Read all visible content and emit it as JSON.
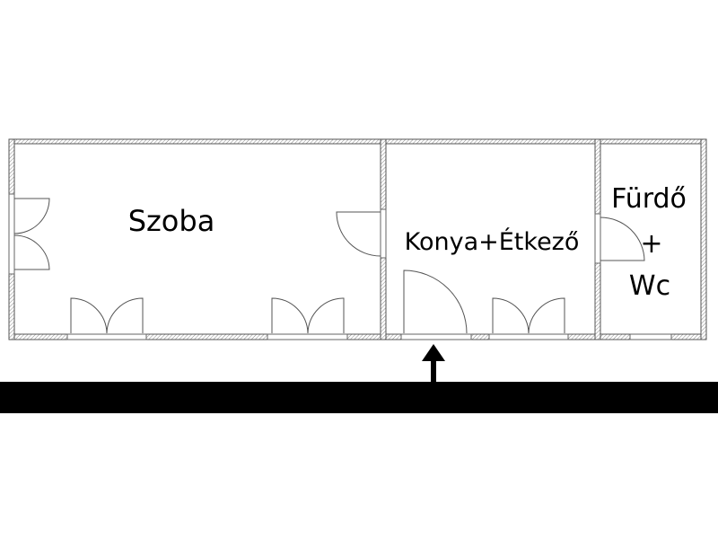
{
  "rooms": {
    "szoba": "Szoba",
    "konya": "Konya+Étkező",
    "furdo_line1": "Fürdő",
    "furdo_line2": "+",
    "furdo_line3": "Wc"
  },
  "colors": {
    "wall": "#555555",
    "hatch": "#999999",
    "street": "#000000"
  }
}
